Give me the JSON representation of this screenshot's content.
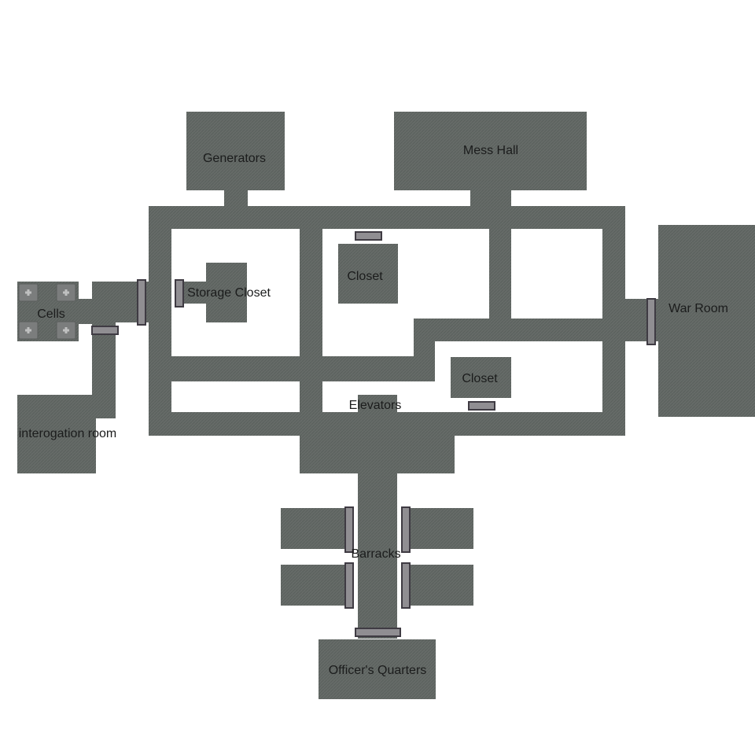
{
  "colors": {
    "background": "#ffffff",
    "floor": "#646a66",
    "door_fill": "#908e92",
    "door_edge": "#3f3b43",
    "cell_fill": "#7b7d7d",
    "label": "#1b1c1c"
  },
  "rooms": {
    "generators": "Generators",
    "mess_hall": "Mess Hall",
    "cells": "Cells",
    "storage_closet": "Storage Closet",
    "closet_upper": "Closet",
    "war_room": "War Room",
    "closet_lower": "Closet",
    "elevators": "Elevators",
    "interrogation_room": "interogation room",
    "barracks": "Barracks",
    "officers_quarters": "Officer's Quarters"
  }
}
